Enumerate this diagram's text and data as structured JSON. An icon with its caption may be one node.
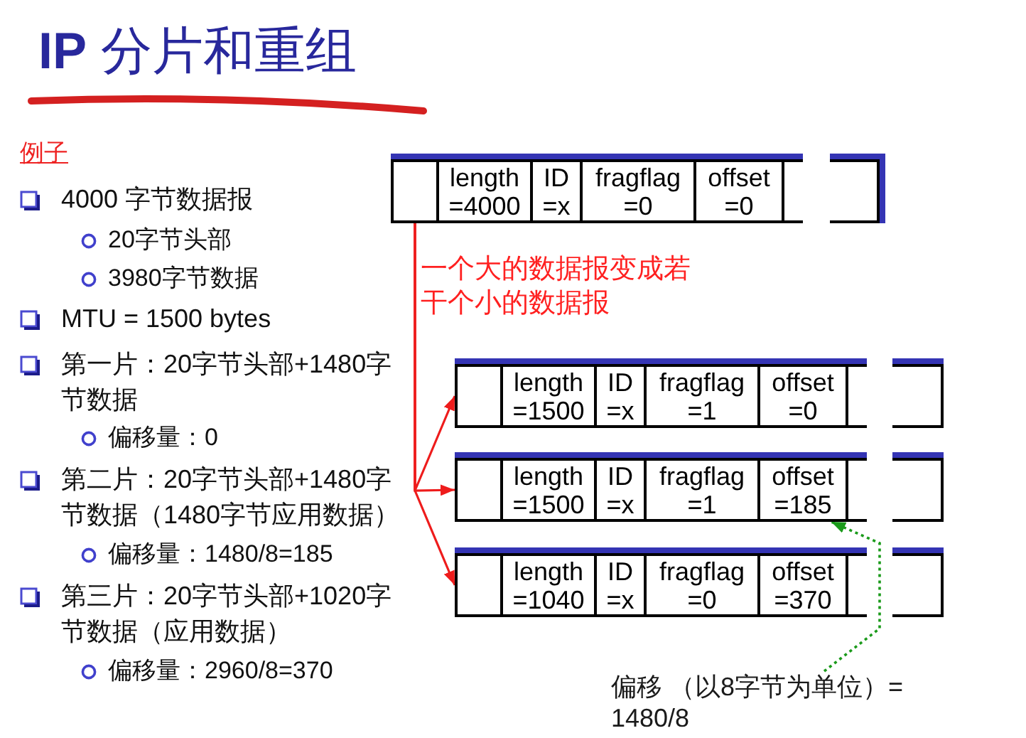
{
  "diagram": {
    "title": "**IP** 分片和重组",
    "nodes": [
      {
        "text": [],
        "shape": "box"
      },
      {
        "text": [
          "length",
          "=4000"
        ],
        "in": 0
      },
      {
        "text": [
          "ID",
          "=x"
        ],
        "in": 0
      },
      {
        "text": [
          "fragflag",
          "=0"
        ],
        "in": 0
      },
      {
        "text": [
          "offset",
          "=0"
        ],
        "in": 0
      },
      {
        "text": [],
        "shape": "box"
      },
      {
        "text": [
          "length",
          "=1500"
        ],
        "in": 5
      },
      {
        "text": [
          "ID",
          "=x"
        ],
        "in": 5
      },
      {
        "text": [
          "fragflag",
          "=1"
        ],
        "in": 5
      },
      {
        "text": [
          "offset",
          "=0"
        ],
        "in": 5
      },
      {
        "text": [],
        "shape": "box"
      },
      {
        "text": [
          "length",
          "=1500"
        ],
        "in": 10
      },
      {
        "text": [
          "ID",
          "=x"
        ],
        "in": 10
      },
      {
        "text": [
          "fragflag",
          "=1"
        ],
        "in": 10
      },
      {
        "text": [
          "offset",
          "=185"
        ],
        "in": 10
      },
      {
        "text": [],
        "shape": "box"
      },
      {
        "text": [
          "length",
          "=1040"
        ],
        "in": 15
      },
      {
        "text": [
          "ID",
          "=x"
        ],
        "in": 15
      },
      {
        "text": [
          "fragflag",
          "=0"
        ],
        "in": 15
      },
      {
        "text": [
          "offset",
          "=370"
        ],
        "in": 15
      },
      {
        "text": [
          "偏移 （以8字节为单位）= 1480/8"
        ]
      }
    ],
    "edges": [
      {
        "from": 0,
        "to": 5,
        "arrow": "to"
      },
      {
        "from": 0,
        "to": 10,
        "arrow": "to"
      },
      {
        "from": 0,
        "to": 15,
        "arrow": "to"
      },
      {
        "from": 20,
        "to": 14,
        "arrow": "to",
        "style": "dashed",
        "color": "#1a9a1a"
      }
    ],
    "labels": [
      "例子",
      "4000 字节数据报",
      "20字节头部",
      "3980字节数据",
      "MTU = 1500 bytes",
      "第一片：20字节头部+1480字节数据",
      "偏移量：0",
      "第二片：20字节头部+1480字节数据（1480字节应用数据）",
      "偏移量：1480/8=185",
      "第三片：20字节头部+1020字节数据（应用数据）",
      "偏移量：2960/8=370",
      "一个大的数据报变成若干个小的数据报"
    ]
  }
}
